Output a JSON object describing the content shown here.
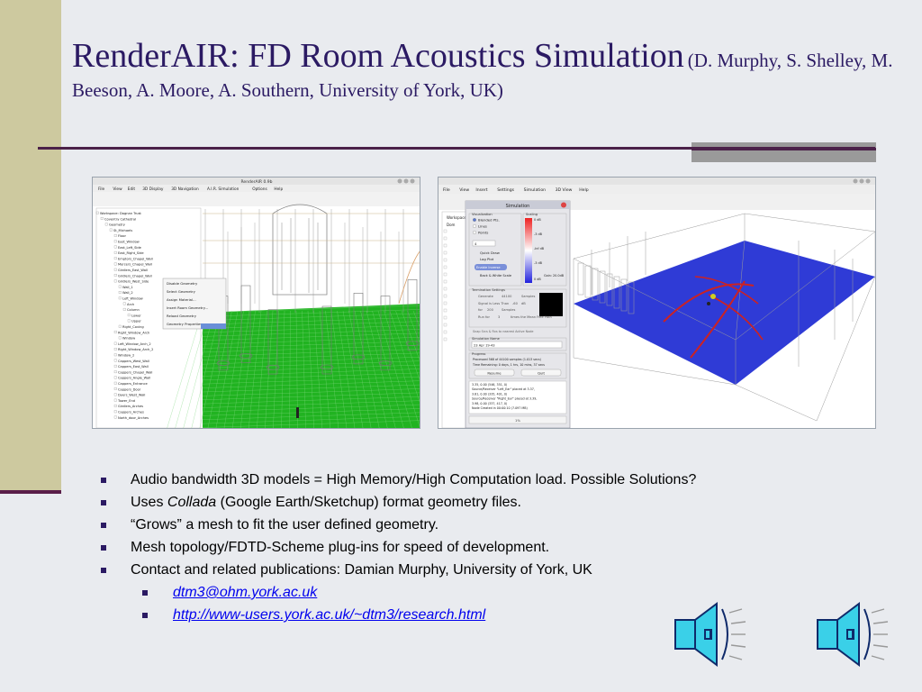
{
  "title": {
    "main": "RenderAIR: FD Room Acoustics Simulation",
    "sub": "(D. Murphy, S. Shelley, M. Beeson, A. Moore, A. Southern, University of York, UK)"
  },
  "screenshot_left": {
    "window_title": "RenderAIR 0.9b",
    "menu": [
      "File",
      "View",
      "Edit",
      "3D Display",
      "3D Navigation",
      "A.I.R. Simulation",
      "Options",
      "Help"
    ],
    "tree": [
      "Workspace: Dognan Trust",
      "Coventry Cathedral",
      "Geometry",
      "St_Michaels",
      "Floor",
      "East_Window",
      "East_Left_Side",
      "East_Right_Side",
      "Emptors_Chapel_Wall",
      "Mercers_Chapel_Wall",
      "Girdlers_East_Wall",
      "Girdlers_Chapel_Wall",
      "Girdlers_West_Side",
      "Wall_1",
      "Wall_2",
      "Left_Window",
      "Arch",
      "Column",
      "Lower",
      "Upper",
      "Right_Coving",
      "Right_Window_Arch",
      "Window",
      "Left_Window_Arch_2",
      "Right_Window_Arch_2",
      "Window_2",
      "Cappers_West_Wall",
      "Cappers_East_Wall",
      "Cappers_Chapel_Wall",
      "Cappers_Angle_Wall",
      "Cappers_Entrance",
      "Cappers_Door",
      "Dyers_West_Wall",
      "Tower_End",
      "Girdlers_Arches",
      "Cappers_Arches",
      "North_door_Arches"
    ],
    "context_menu": [
      "Disable Geometry",
      "Select Geometry",
      "Assign Material...",
      "Insert Room Geometry...",
      "Reload Geometry",
      "Geometry Properties..."
    ]
  },
  "screenshot_right": {
    "menu": [
      "File",
      "View",
      "Insert",
      "Settings",
      "Simulation",
      "3D View",
      "Help"
    ],
    "tree": [
      "Workspace",
      "Dom"
    ],
    "dialog": {
      "title": "Simulation",
      "visualization_label": "Visualization",
      "options": [
        "Blended Pts.",
        "Lines",
        "Points"
      ],
      "value_box": "4",
      "quick_draw": "Quick Draw",
      "log_plot": "Log Plot",
      "enable_inverse": "Enable Inverse",
      "back_white_scale": "Back & White Scale",
      "scaling_label": "Scaling",
      "scale_ticks": [
        "0 dB",
        "-3 dB",
        "-Inf dB",
        "-3 dB",
        "0 dB"
      ],
      "gain": "Gain: 20.0dB",
      "termination_label": "Termination Settings",
      "generate": "Generate",
      "samples_value": "44100",
      "samples": "Samples",
      "signal_less_than": "Signal is Less Than",
      "signal_value": "-60",
      "db": "dB",
      "for": "for",
      "for_value": "200",
      "run_for": "Run for",
      "run_value": "3",
      "mean_free_path": "times the Mean Free Path",
      "snap": "Snap Srcs & Rxs to nearest Active Node",
      "sim_name_label": "Simulation Name",
      "sim_name_value": "23 Apr 19-43",
      "progress_label": "Progress",
      "progress_line1": "Processed 568 of 44100 samples (1.013 secs)",
      "progress_line2": "Time Remaining: 0 days, 1 hrs, 10 mins, 37 secs",
      "resume": "Resume",
      "quit": "Quit",
      "log": [
        "3.35, 0.00 (546, 351, 0)",
        "Source/Receiver \"Left_Ear\" placed at 3.37,",
        "3.81, 0.00 (335, 401, 0)",
        "Source/Receiver \"Right_Ear\" placed at 3.39,",
        "3.98, 0.00 (337, 417, 0)",
        "Node Created in 00:00:10 (7.097 MB)"
      ],
      "progress_bar": "1%"
    }
  },
  "bullets": [
    {
      "text": "Audio bandwidth 3D models = High Memory/High Computation load. Possible Solutions?"
    },
    {
      "prefix": "Uses ",
      "italic": "Collada",
      "suffix": " (Google Earth/Sketchup) format geometry files."
    },
    {
      "text": "“Grows” a mesh to fit the user defined geometry."
    },
    {
      "text": "Mesh topology/FDTD-Scheme plug-ins for speed of development."
    },
    {
      "text": "Contact and related publications: Damian Murphy, University of York, UK"
    }
  ],
  "links": [
    {
      "text": "dtm3@ohm.york.ac.uk"
    },
    {
      "text": "http://www-users.york.ac.uk/~dtm3/research.html"
    }
  ],
  "icons": [
    "speaker-icon",
    "speaker-icon"
  ],
  "colors": {
    "title": "#2b1a63",
    "left_bar": "#cdc99f",
    "rule": "#4b2149",
    "link": "#0000ee"
  }
}
